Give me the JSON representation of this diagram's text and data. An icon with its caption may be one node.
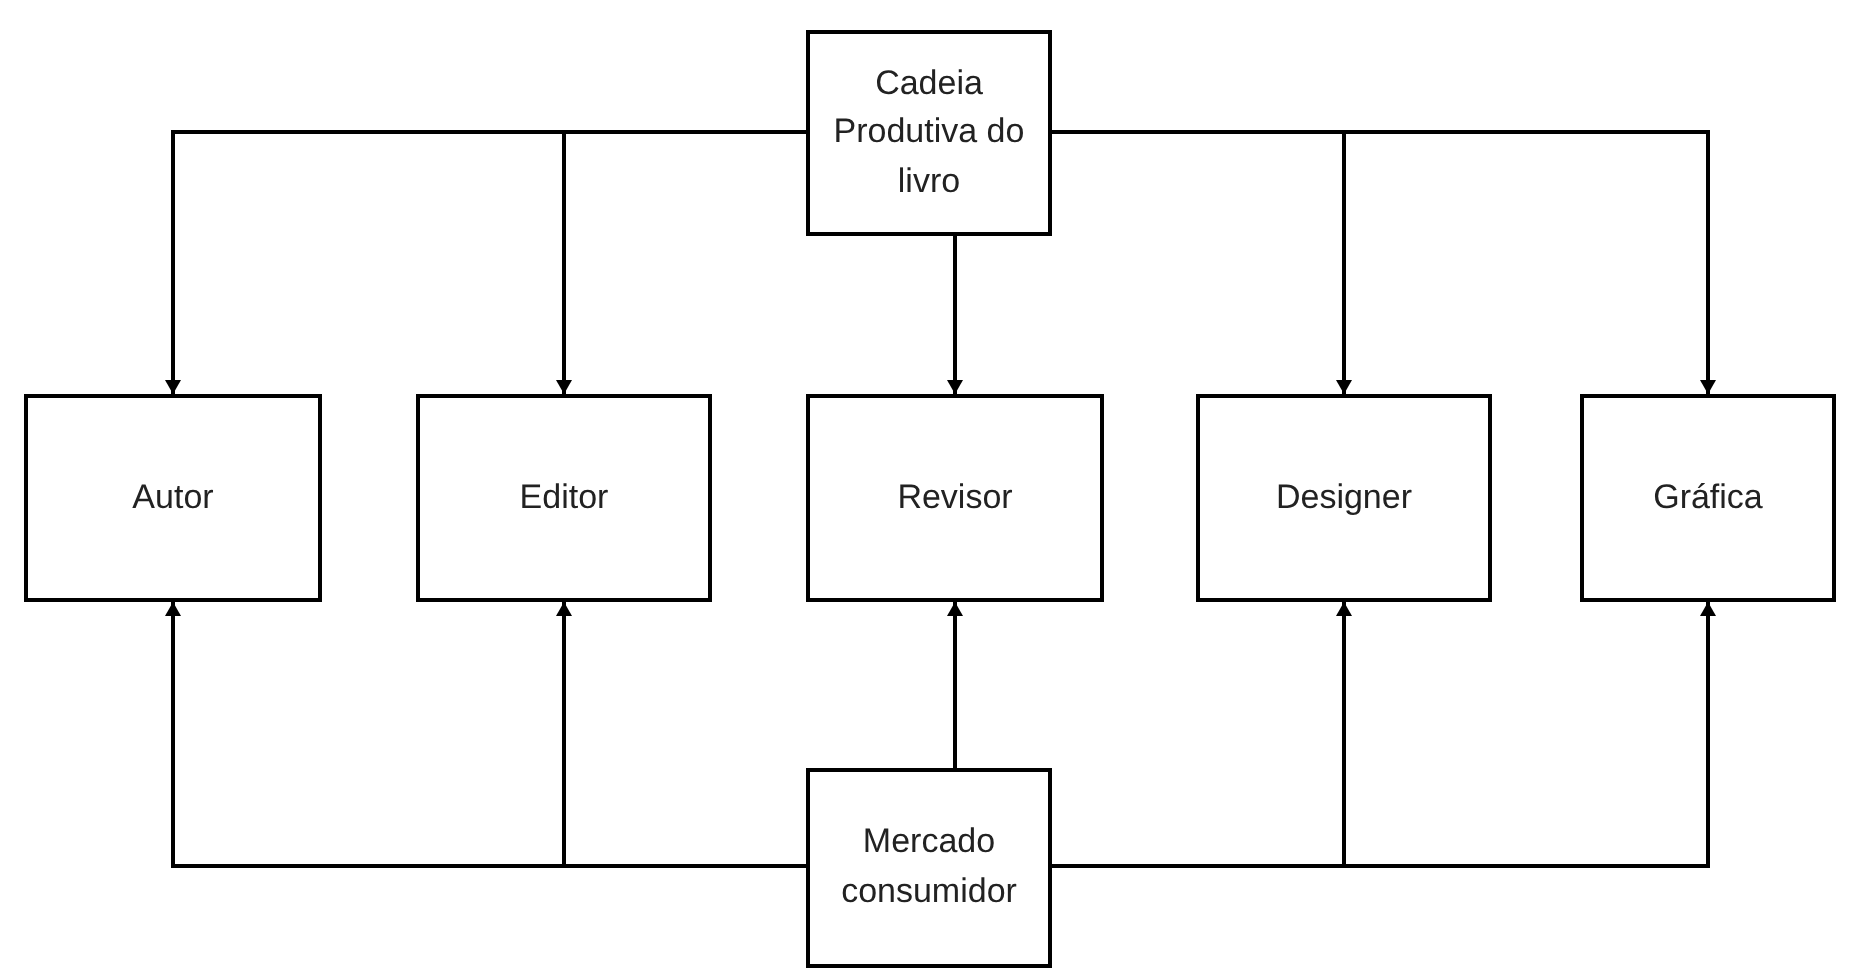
{
  "diagram": {
    "nodes": [
      {
        "text": [
          "Cadeia Produtiva do livro"
        ]
      },
      {
        "text": [
          "Autor"
        ]
      },
      {
        "text": [
          "Editor"
        ]
      },
      {
        "text": [
          "Revisor"
        ]
      },
      {
        "text": [
          "Designer"
        ]
      },
      {
        "text": [
          "Gráfica"
        ]
      },
      {
        "text": [
          "Mercado consumidor"
        ]
      }
    ],
    "edges": [
      {
        "from": 0,
        "to": 1,
        "arrow": "to"
      },
      {
        "from": 0,
        "to": 2,
        "arrow": "to"
      },
      {
        "from": 0,
        "to": 3,
        "arrow": "to"
      },
      {
        "from": 0,
        "to": 4,
        "arrow": "to"
      },
      {
        "from": 0,
        "to": 5,
        "arrow": "to"
      },
      {
        "from": 6,
        "to": 1,
        "arrow": "to"
      },
      {
        "from": 6,
        "to": 2,
        "arrow": "to"
      },
      {
        "from": 6,
        "to": 3,
        "arrow": "to"
      },
      {
        "from": 6,
        "to": 4,
        "arrow": "to"
      },
      {
        "from": 6,
        "to": 5,
        "arrow": "to"
      }
    ]
  }
}
